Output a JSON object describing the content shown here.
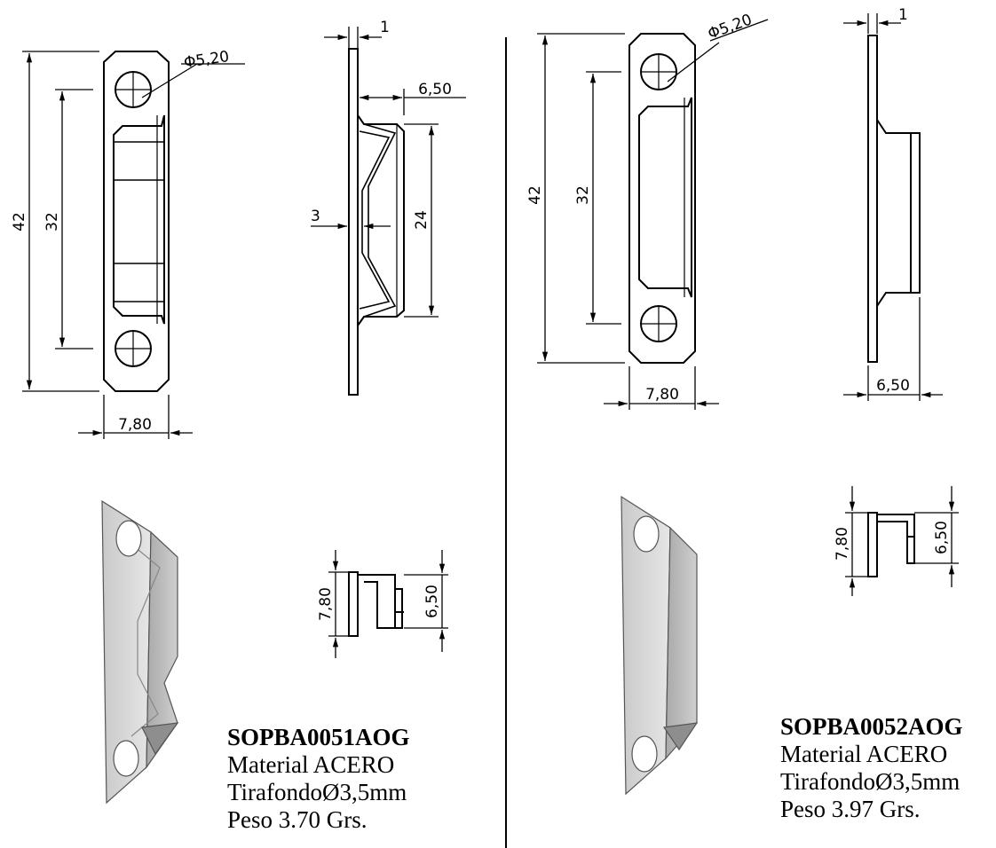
{
  "part_left": {
    "code": "SOPBA0051AOG",
    "material": "Material ACERO",
    "screw": "TirafondoØ3,5mm",
    "weight": "Peso 3.70 Grs.",
    "dims": {
      "hole_dia": "Φ5,20",
      "overall_length": "42",
      "hole_spacing": "32",
      "width": "7,80",
      "thickness": "1",
      "depth": "6,50",
      "offset": "3",
      "channel_length": "24",
      "section_width": "7,80",
      "section_depth": "6,50"
    }
  },
  "part_right": {
    "code": "SOPBA0052AOG",
    "material": "Material ACERO",
    "screw": "TirafondoØ3,5mm",
    "weight": "Peso 3.97 Grs.",
    "dims": {
      "hole_dia": "Φ5,20",
      "overall_length": "42",
      "hole_spacing": "32",
      "width": "7,80",
      "thickness": "1",
      "depth": "6,50",
      "section_width": "7,80",
      "section_depth": "6,50"
    }
  }
}
